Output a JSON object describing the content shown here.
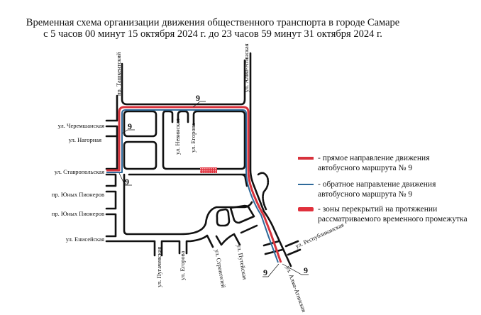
{
  "title": {
    "line1": "Временная схема организации движения общественного транспорта в городе Самаре",
    "line2": "с 5 часов 00 минут 15 октября 2024 г. до 23 часов 59 минут 31 октября  2024 г."
  },
  "streets": {
    "tashkentsky": "пр. Ташкентский",
    "alma_atinskaya_top": "ул. Алма-Атинская",
    "cheremshanskaya": "ул. Черемшанская",
    "nagornaya": "ул. Нагорная",
    "stavropolskaya": "ул. Ставропольская",
    "yunyh_pionerov_1": "пр. Юных Пионеров",
    "yunyh_pionerov_2": "пр. Юных Пионеров",
    "eniseyskaya": "ул. Енисейская",
    "nevinskaya": "ул. Невинская",
    "egorova_top": "ул. Егорова",
    "pugachevskaya": "ул. Пугачевская",
    "egorova_bottom": "ул. Егорова",
    "stroiteley": "ул. Строителей",
    "puteyskaya": "ул. Путейская",
    "respublikanskaya": "ул. Республиканская",
    "alma_atinskaya_bottom": "ул. Алма-Атинская"
  },
  "route_number": "9",
  "route_labels": [
    "9",
    "9",
    "9",
    "9",
    "9"
  ],
  "legend": {
    "forward": {
      "line1": "- прямое направление движения",
      "line2": "автобусного маршрута № 9",
      "color": "#d8323c"
    },
    "reverse": {
      "line1": "- обратное направление движения",
      "line2": "автобусного маршрута № 9",
      "color": "#2f6a9a"
    },
    "closure": {
      "line1": "- зоны перекрытий на протяжении",
      "line2": "рассматриваемого временного промежутка",
      "color": "#e0303c"
    }
  }
}
